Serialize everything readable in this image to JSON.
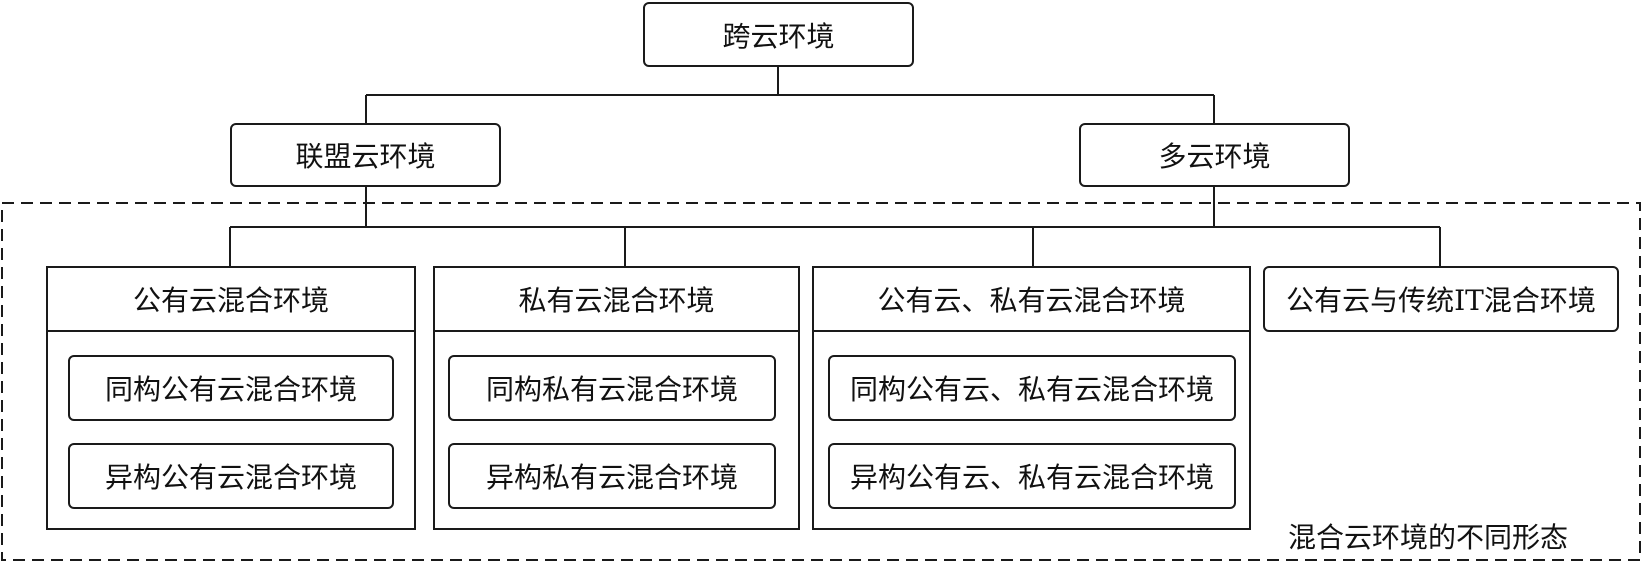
{
  "diagram": {
    "root": "跨云环境",
    "level1": {
      "left": "联盟云环境",
      "right": "多云环境"
    },
    "hybrid_region_label": "混合云环境的不同形态",
    "groups": [
      {
        "title": "公有云混合环境",
        "items": [
          "同构公有云混合环境",
          "异构公有云混合环境"
        ]
      },
      {
        "title": "私有云混合环境",
        "items": [
          "同构私有云混合环境",
          "异构私有云混合环境"
        ]
      },
      {
        "title": "公有云、私有云混合环境",
        "items": [
          "同构公有云、私有云混合环境",
          "异构公有云、私有云混合环境"
        ]
      }
    ],
    "standalone": "公有云与传统IT混合环境"
  }
}
